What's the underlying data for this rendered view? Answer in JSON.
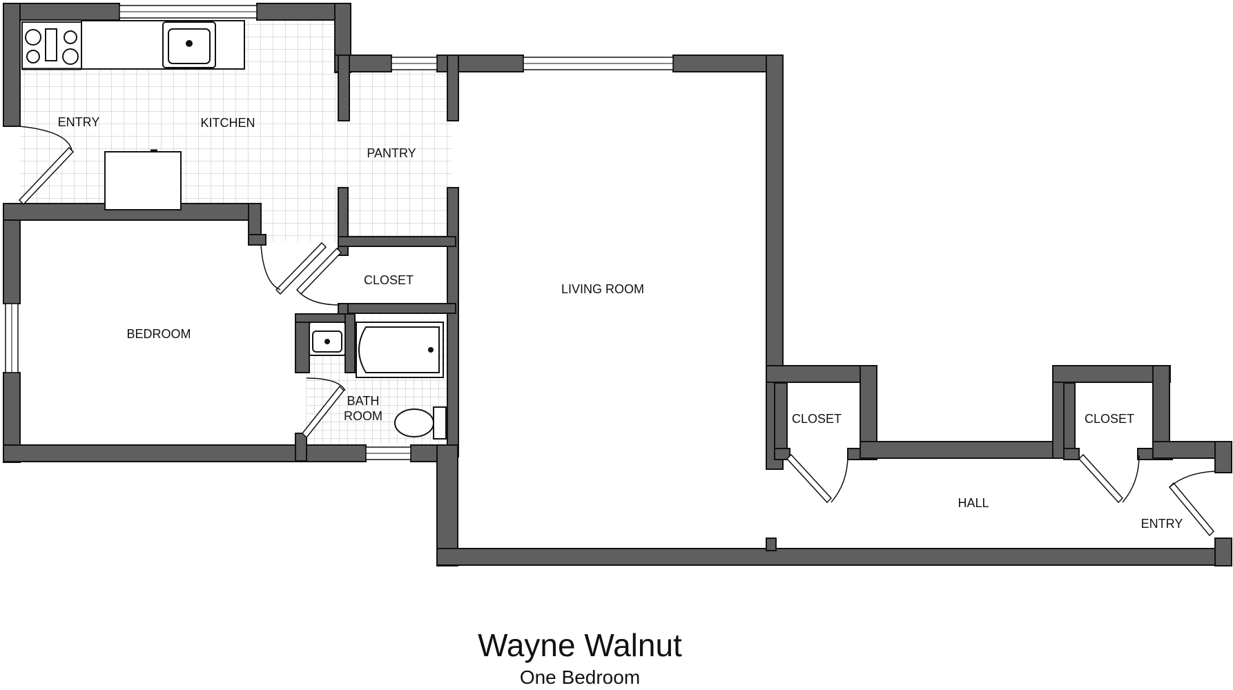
{
  "plan": {
    "title": "Wayne Walnut",
    "subtitle": "One Bedroom",
    "rooms": {
      "entry_left": "ENTRY",
      "kitchen": "KITCHEN",
      "pantry": "PANTRY",
      "closet_center": "CLOSET",
      "bedroom": "BEDROOM",
      "living_room": "LIVING ROOM",
      "bath_line1": "BATH",
      "bath_line2": "ROOM",
      "closet_hall_left": "CLOSET",
      "closet_hall_right": "CLOSET",
      "hall": "HALL",
      "entry_right": "ENTRY"
    },
    "colors": {
      "wall": "#5f5f5f",
      "outline": "#111111",
      "tile_grid": "#bdbdbd"
    }
  }
}
